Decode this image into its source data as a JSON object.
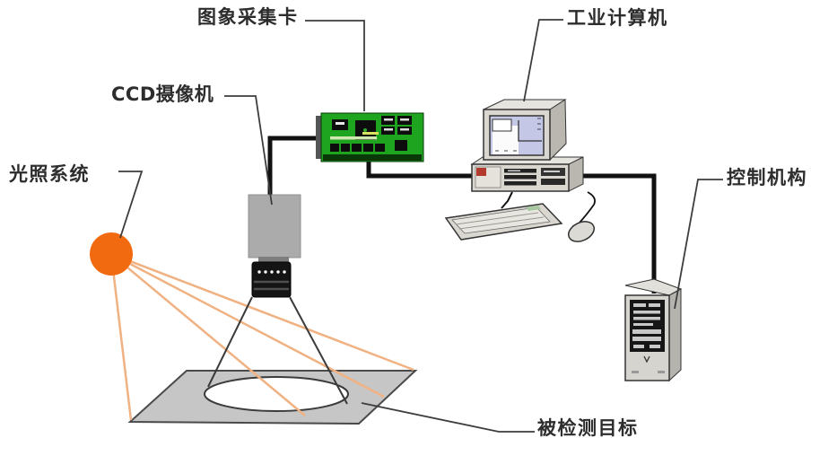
{
  "diagram": {
    "title": "machine vision system schematic",
    "labels": {
      "capture_card": "图象采集卡",
      "industrial_computer": "工业计算机",
      "ccd_camera": "CCD摄像机",
      "lighting_system": "光照系统",
      "control_mechanism": "控制机构",
      "inspection_target": "被检测目标"
    },
    "colors": {
      "card_green": "#1fa41f",
      "lamp_orange": "#f26a0f",
      "ray_orange": "#f0b283",
      "platform_gray": "#c6c6c6",
      "screen_blue": "#c5c7e6",
      "cable_black": "#111111"
    }
  }
}
